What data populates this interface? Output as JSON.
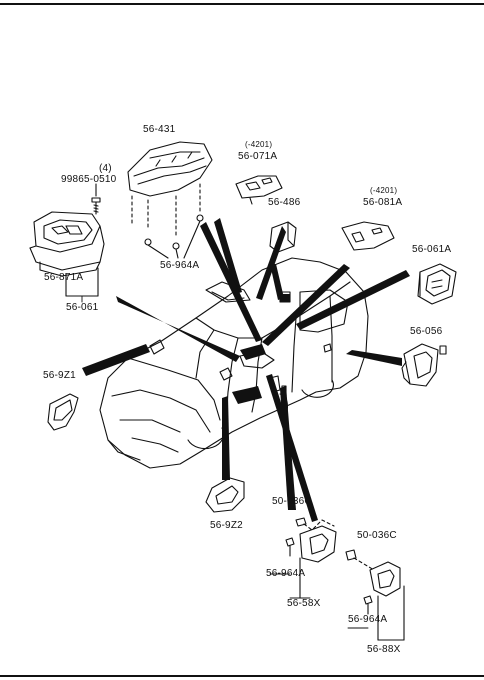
{
  "labels": {
    "p56_431": "56-431",
    "n4201_a": "(-4201)",
    "p56_071a": "56-071A",
    "q4": "(4)",
    "p99865": "99865-0510",
    "p56_486": "56-486",
    "n4201_b": "(-4201)",
    "p56_081a": "56-081A",
    "p56_964a_top": "56-964A",
    "p56_061a": "56-061A",
    "p56_871a": "56-871A",
    "p56_061": "56-061",
    "p56_056": "56-056",
    "p56_9z1": "56-9Z1",
    "p56_9z2": "56-9Z2",
    "p50_036c_a": "50-036C",
    "p50_036c_b": "50-036C",
    "p56_964a_b": "56-964A",
    "p56_58x": "56-58X",
    "p56_964a_c": "56-964A",
    "p56_88x": "56-88X"
  }
}
